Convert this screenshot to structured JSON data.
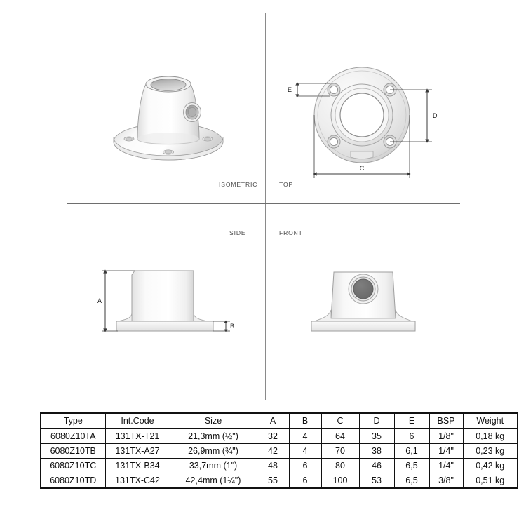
{
  "drawing": {
    "views": [
      {
        "id": "isometric",
        "label": "ISOMETRIC"
      },
      {
        "id": "top",
        "label": "TOP"
      },
      {
        "id": "side",
        "label": "SIDE"
      },
      {
        "id": "front",
        "label": "FRONT"
      }
    ],
    "dimension_labels": {
      "A": "A",
      "B": "B",
      "C": "C",
      "D": "D",
      "E": "E"
    },
    "colors": {
      "part_light": "#fdfdfd",
      "part_mid": "#e4e4e4",
      "part_shadow": "#bfbfbf",
      "outline": "#8d8d8d",
      "bore_dark": "#6f6f6f",
      "divider": "#8a8a8a",
      "dimension": "#333333",
      "table_border": "#111111",
      "text": "#1d1d1d"
    }
  },
  "table": {
    "headers": [
      "Type",
      "Int.Code",
      "Size",
      "A",
      "B",
      "C",
      "D",
      "E",
      "BSP",
      "Weight"
    ],
    "rows": [
      {
        "type": "6080Z10TA",
        "int_code": "131TX-T21",
        "size": "21,3mm (½\")",
        "a": "32",
        "b": "4",
        "c": "64",
        "d": "35",
        "e": "6",
        "bsp": "1/8\"",
        "weight": "0,18 kg"
      },
      {
        "type": "6080Z10TB",
        "int_code": "131TX-A27",
        "size": "26,9mm (¾\")",
        "a": "42",
        "b": "4",
        "c": "70",
        "d": "38",
        "e": "6,1",
        "bsp": "1/4\"",
        "weight": "0,23 kg"
      },
      {
        "type": "6080Z10TC",
        "int_code": "131TX-B34",
        "size": "33,7mm (1\")",
        "a": "48",
        "b": "6",
        "c": "80",
        "d": "46",
        "e": "6,5",
        "bsp": "1/4\"",
        "weight": "0,42 kg"
      },
      {
        "type": "6080Z10TD",
        "int_code": "131TX-C42",
        "size": "42,4mm (1¼\")",
        "a": "55",
        "b": "6",
        "c": "100",
        "d": "53",
        "e": "6,5",
        "bsp": "3/8\"",
        "weight": "0,51 kg"
      }
    ]
  }
}
